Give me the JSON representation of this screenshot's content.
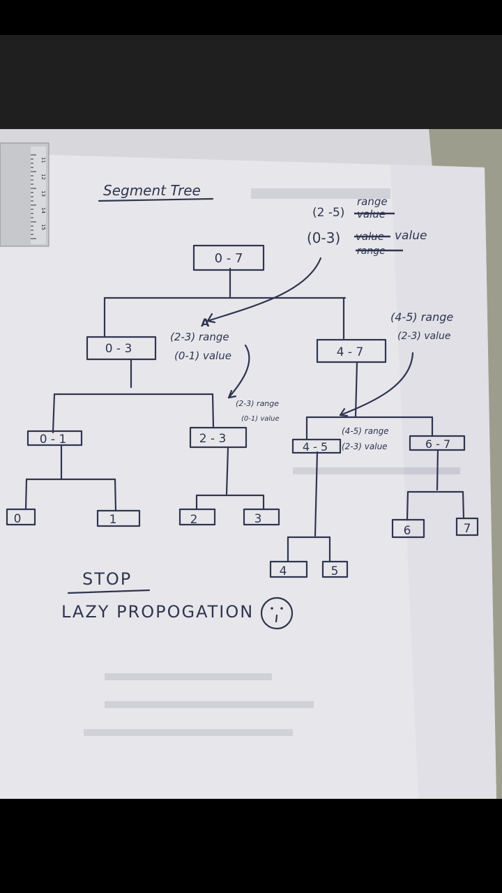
{
  "title": "Segment Tree",
  "nodes": {
    "root": "0 - 7",
    "left": "0 - 3",
    "right": "4 - 7",
    "ll": "0 - 1",
    "lr": "2 - 3",
    "rl": "4 - 5",
    "rr": "6 - 7",
    "leaves": [
      "0",
      "1",
      "2",
      "3",
      "4",
      "5",
      "6",
      "7"
    ]
  },
  "notes": {
    "top_range": "(2 -5)",
    "top_range_word": "range",
    "top_struck_1": "value",
    "top_value": "(0-3)",
    "top_struck_2": "value",
    "top_value_word": "value",
    "top_struck_3": "range",
    "mid_range": "(2-3) range",
    "mid_value": "(0-1) value",
    "small_range": "(2-3) range",
    "small_value": "(0-1) value",
    "right_range": "(4-5) range",
    "right_value": "(2-3) value",
    "inner_range": "(4-5) range",
    "inner_value": "(2-3) value",
    "stop": "STOP",
    "lazy": "LAZY PROPOGATION",
    "left_node_mark": "A"
  },
  "ruler_ticks": [
    "11",
    "12",
    "13",
    "14",
    "15"
  ],
  "colors": {
    "ink": "#2f3550",
    "paper": "#e8e8ec",
    "background": "#232323"
  }
}
